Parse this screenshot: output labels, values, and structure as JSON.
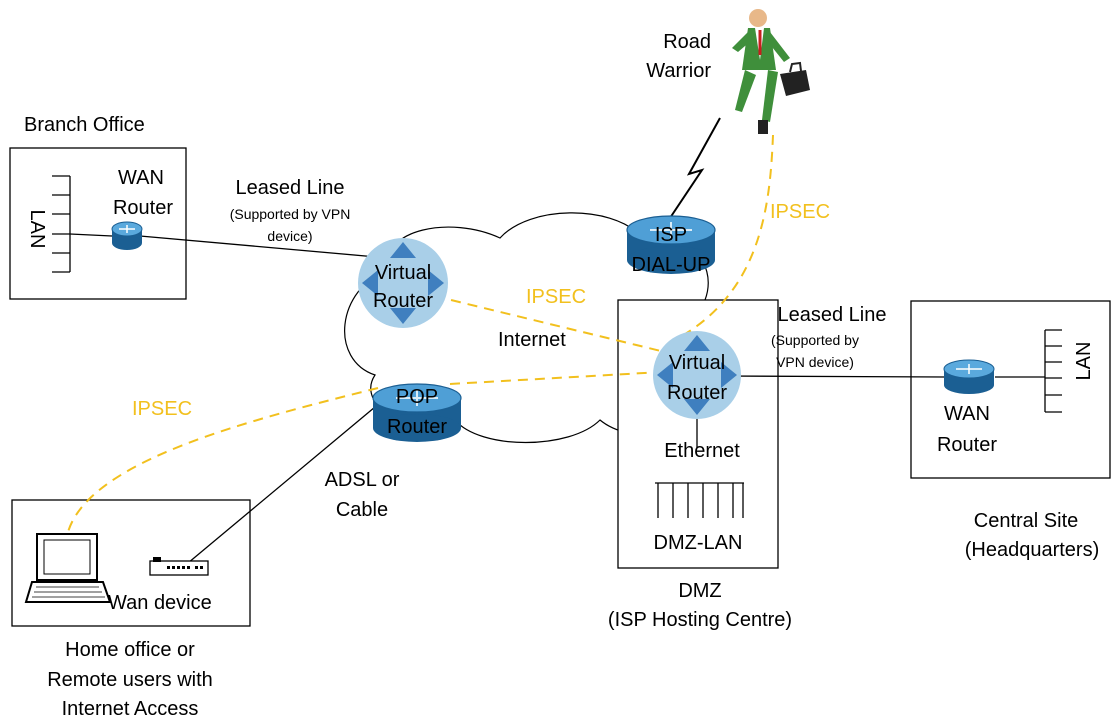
{
  "colors": {
    "ipsec": "#f2c01e",
    "router_blue": "#2f86c3",
    "virtual_router": "#a9cfe8",
    "suit": "#3f8f3b"
  },
  "labels": {
    "road_warrior_1": "Road",
    "road_warrior_2": "Warrior",
    "branch_office": "Branch Office",
    "wan_router_branch_1": "WAN",
    "wan_router_branch_2": "Router",
    "lan_branch": "LAN",
    "leased_line_1": "Leased Line",
    "leased_line_1_sub_1": "(Supported by VPN",
    "leased_line_1_sub_2": "device)",
    "isp_dialup_1": "ISP",
    "isp_dialup_2": "DIAL-UP",
    "ipsec_roadwarrior": "IPSEC",
    "virtual_router_left_1": "Virtual",
    "virtual_router_left_2": "Router",
    "ipsec_middle": "IPSEC",
    "internet": "Internet",
    "leased_line_2": "Leased Line",
    "leased_line_2_sub_1": "(Supported by",
    "leased_line_2_sub_2": "VPN device)",
    "virtual_router_dmz_1": "Virtual",
    "virtual_router_dmz_2": "Router",
    "lan_central": "LAN",
    "wan_router_central_1": "WAN",
    "wan_router_central_2": "Router",
    "ipsec_home": "IPSEC",
    "pop_router_1": "POP",
    "pop_router_2": "Router",
    "ethernet": "Ethernet",
    "adsl_1": "ADSL or",
    "adsl_2": "Cable",
    "dmz_lan": "DMZ-LAN",
    "central_site_1": "Central Site",
    "central_site_2": "(Headquarters)",
    "wan_device": "Wan device",
    "dmz_1": "DMZ",
    "dmz_2": "(ISP Hosting Centre)",
    "home_office_1": "Home office or",
    "home_office_2": "Remote users with",
    "home_office_3": "Internet Access"
  }
}
